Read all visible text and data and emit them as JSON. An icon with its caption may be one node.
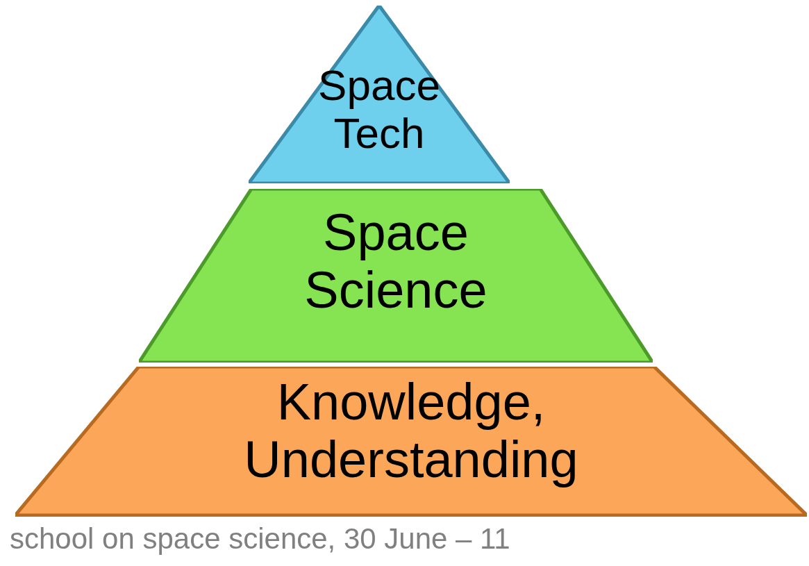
{
  "diagram": {
    "nodes": [
      {
        "text": [
          "Space Tech"
        ]
      },
      {
        "text": [
          "Space Science"
        ]
      },
      {
        "text": [
          "Knowledge, Understanding"
        ]
      }
    ],
    "labels": [
      "school on space science, 30 June – 11"
    ]
  }
}
